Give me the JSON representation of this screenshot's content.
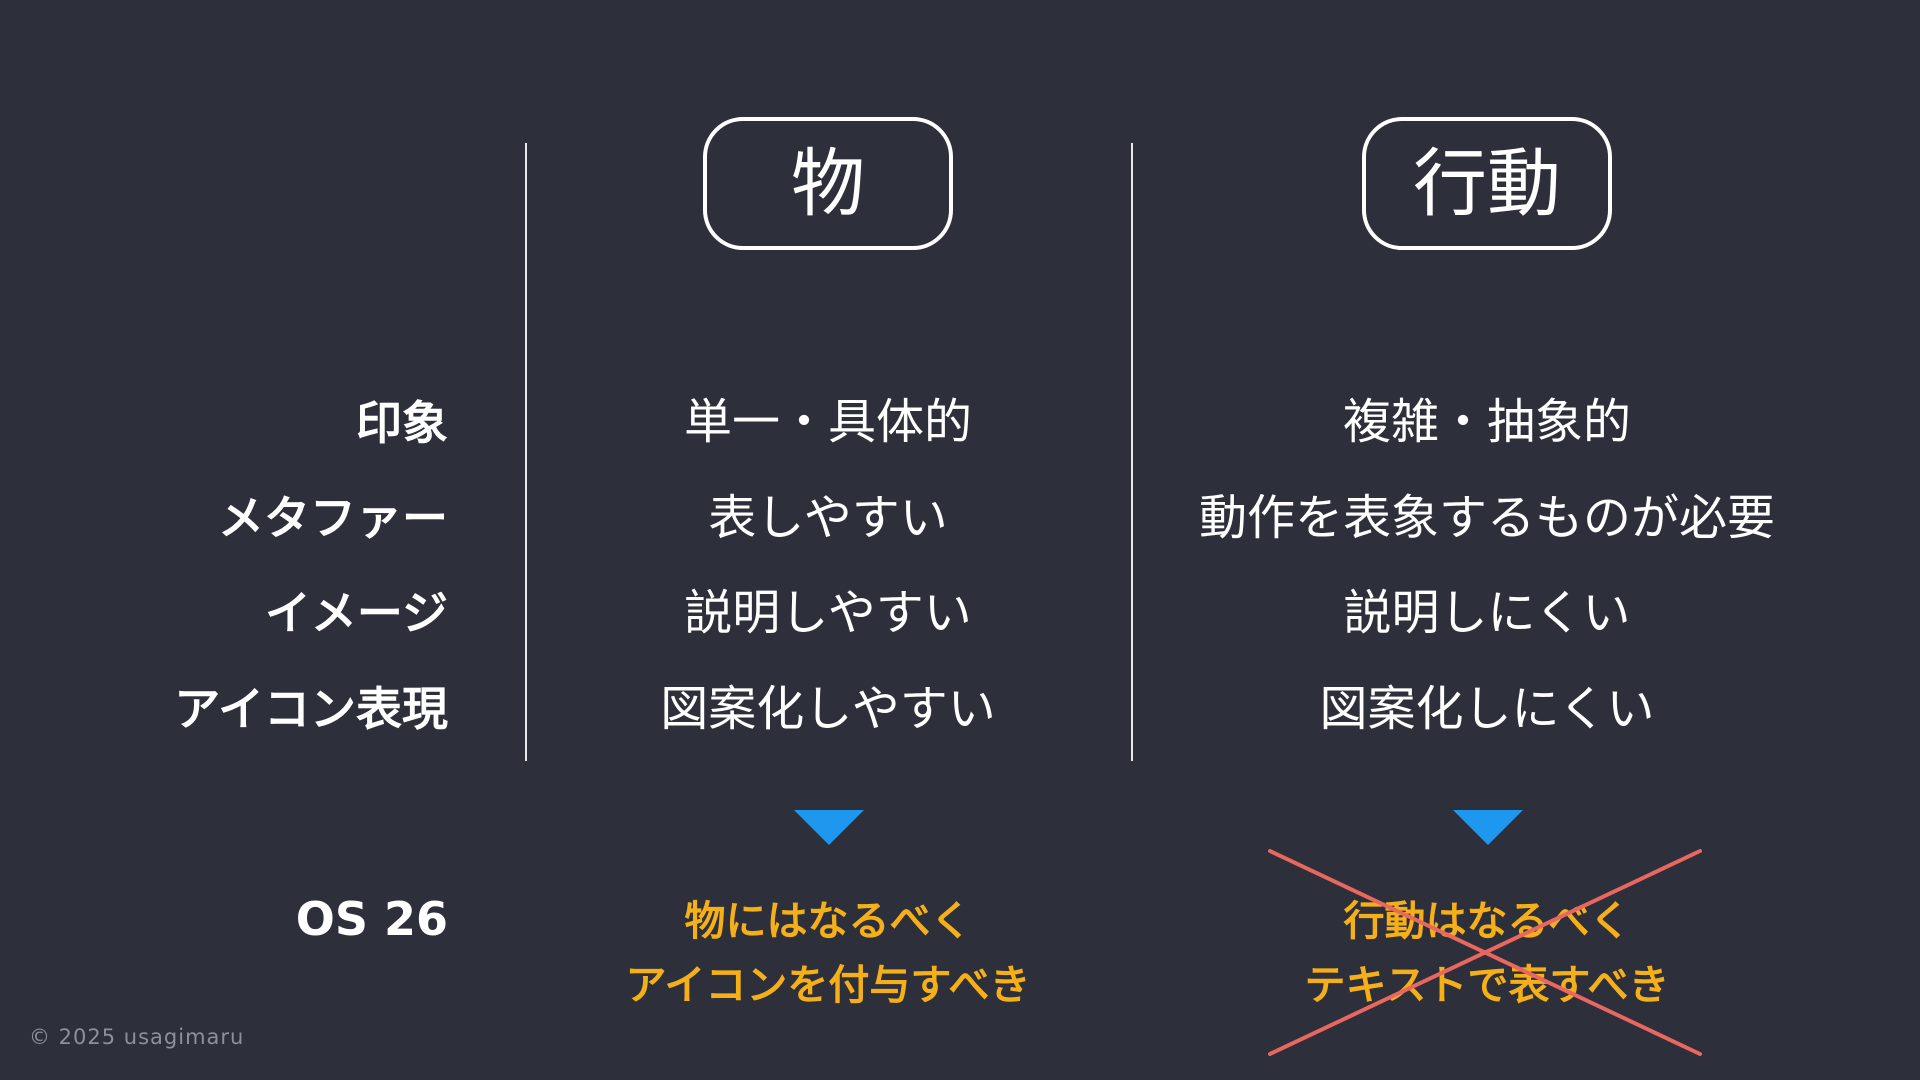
{
  "columns": {
    "object": {
      "header": "物",
      "impression": "単一・具体的",
      "metaphor": "表しやすい",
      "image": "説明しやすい",
      "icon": "図案化しやすい",
      "result_line1": "物にはなるべく",
      "result_line2": "アイコンを付与すべき"
    },
    "action": {
      "header": "行動",
      "impression": "複雑・抽象的",
      "metaphor": "動作を表象するものが必要",
      "image": "説明しにくい",
      "icon": "図案化しにくい",
      "result_line1": "行動はなるべく",
      "result_line2": "テキストで表すべき"
    }
  },
  "row_labels": {
    "impression": "印象",
    "metaphor": "メタファー",
    "image": "イメージ",
    "icon": "アイコン表現",
    "os": "OS 26"
  },
  "copyright": "© 2025 usagimaru",
  "colors": {
    "background": "#2d2f3b",
    "accent_arrow": "#1e97ee",
    "result_text": "#f5b019",
    "cross": "#e8675f"
  },
  "icons": {
    "arrow": "down-triangle-icon",
    "cross": "x-cross-icon"
  }
}
